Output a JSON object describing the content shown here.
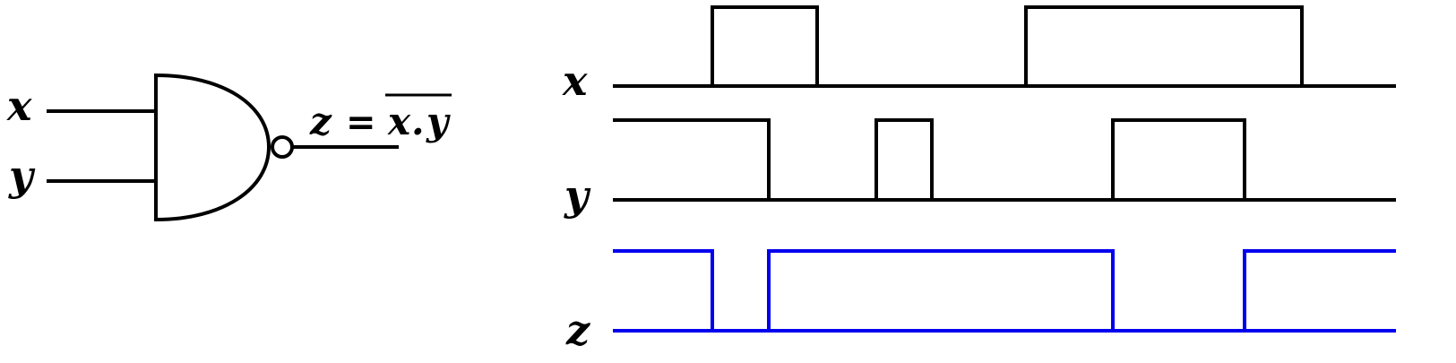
{
  "gate": {
    "type": "NAND",
    "input_labels": [
      "x",
      "y"
    ],
    "output_label": "z",
    "equation": {
      "lhs": "z",
      "eq": "=",
      "rhs_a": "x",
      "dot": ".",
      "rhs_b": "y",
      "overbar": true
    }
  },
  "timing": {
    "labels": [
      "x",
      "y",
      "z"
    ],
    "colors": {
      "inputs": "#000000",
      "output": "#0000ee"
    },
    "signals": [
      {
        "name": "x",
        "initial": 0,
        "transitions": [
          795,
          912,
          1145,
          1453
        ]
      },
      {
        "name": "y",
        "initial": 1,
        "transitions": [
          858,
          978,
          1040,
          1242,
          1389
        ]
      },
      {
        "name": "z",
        "initial": 1,
        "transitions": [
          795,
          858,
          1242,
          1389
        ]
      }
    ]
  }
}
